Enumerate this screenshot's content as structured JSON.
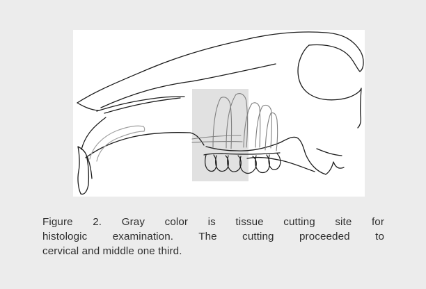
{
  "figure": {
    "caption_lines": [
      "Figure 2. Gray color is tissue cutting site for",
      "histologic examination. The cutting proceeded to",
      "cervical and middle one third."
    ]
  }
}
